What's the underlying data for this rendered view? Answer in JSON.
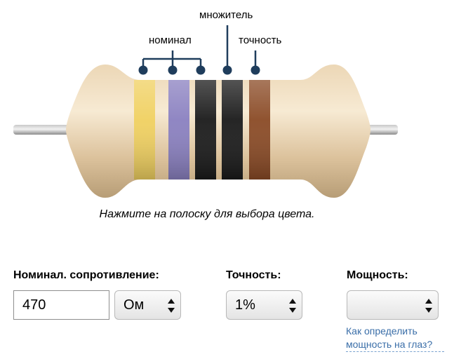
{
  "diagram": {
    "callouts": {
      "nominal": "номинал",
      "multiplier": "множитель",
      "tolerance": "точность"
    },
    "bands": [
      {
        "role": "nominal-digit-1",
        "color": "#f0d060"
      },
      {
        "role": "nominal-digit-2",
        "color": "#8a80c0"
      },
      {
        "role": "nominal-digit-3",
        "color": "#1a1a1a"
      },
      {
        "role": "multiplier",
        "color": "#1a1a1a"
      },
      {
        "role": "tolerance",
        "color": "#8a4a25"
      }
    ],
    "hint": "Нажмите на полоску для выбора цвета."
  },
  "form": {
    "resistance_label": "Номинал. сопротивление:",
    "resistance_value": "470",
    "unit_selected": "Ом",
    "tolerance_label": "Точность:",
    "tolerance_selected": "1%",
    "power_label": "Мощность:",
    "power_selected": "",
    "help_link": "Как определить мощность на глаз?"
  }
}
